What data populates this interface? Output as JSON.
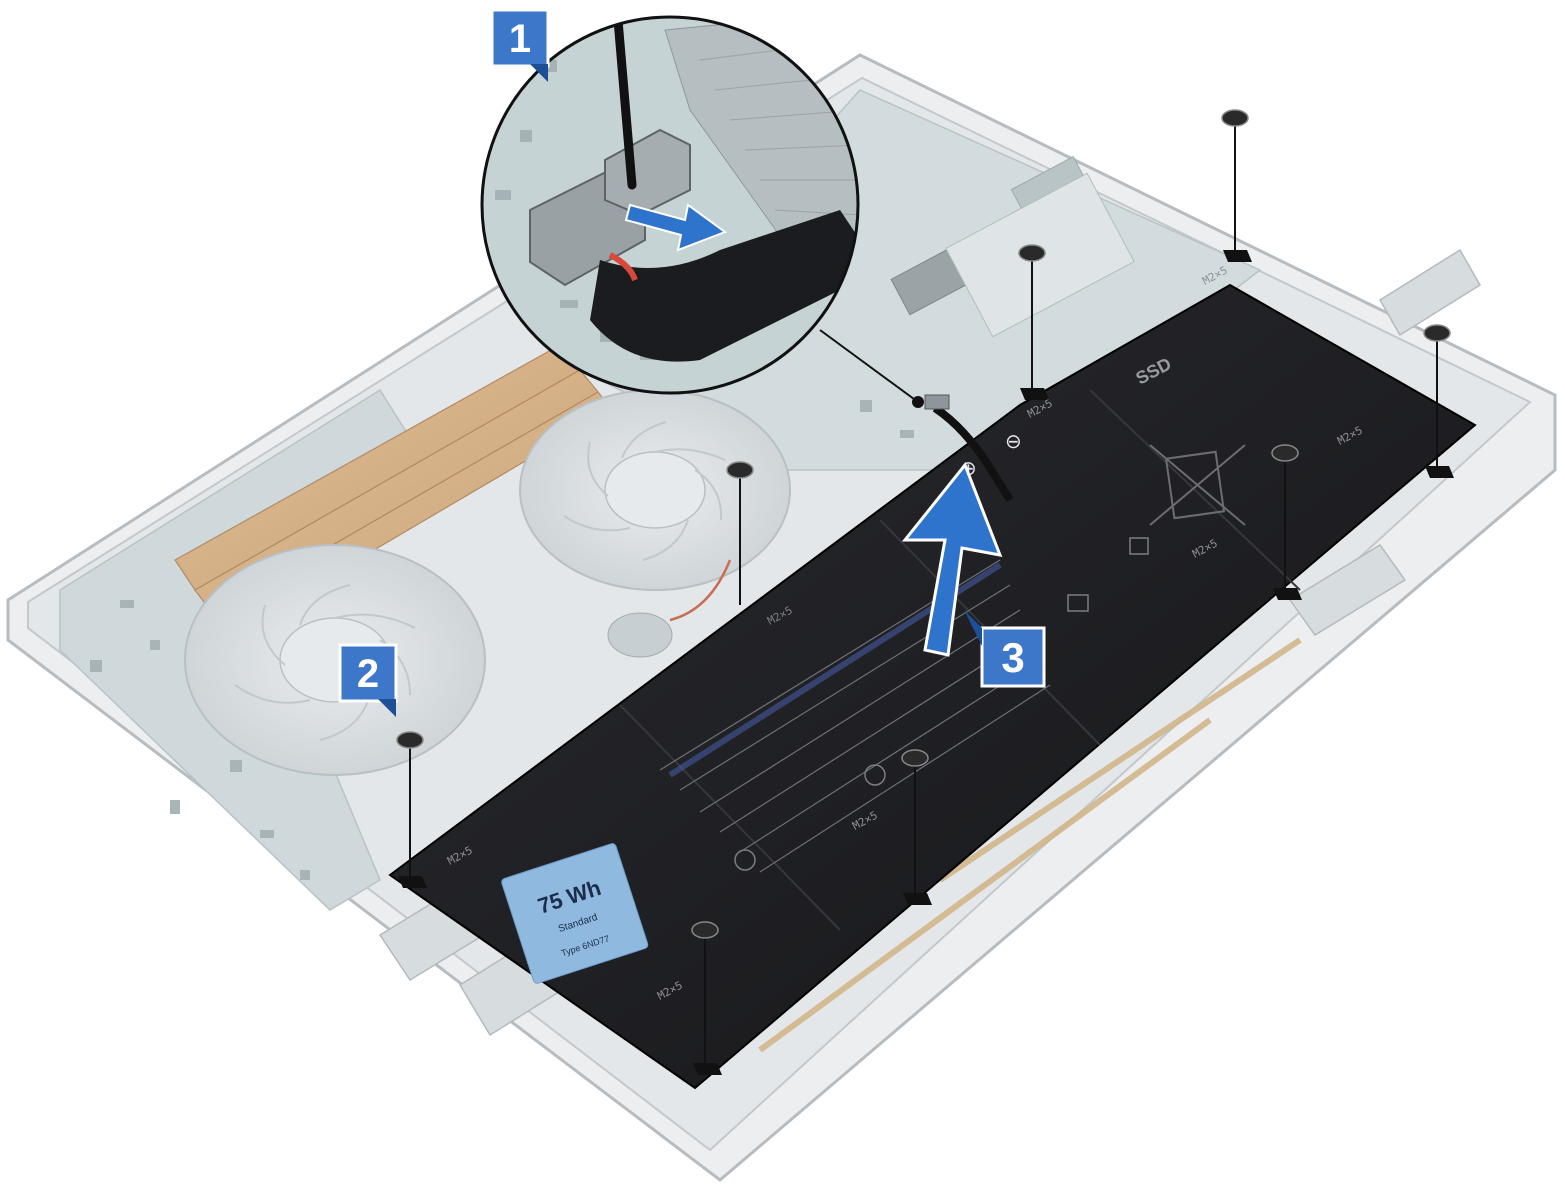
{
  "steps": [
    {
      "label": "1"
    },
    {
      "label": "2"
    },
    {
      "label": "3"
    }
  ],
  "battery": {
    "capacity": "75 Wh",
    "badge_line1": "Standard",
    "badge_line2": "Type 6ND77",
    "ssd_label": "SSD",
    "plus": "⊕",
    "minus": "⊖"
  },
  "screw_labels": [
    "M2×5",
    "M2×5",
    "M2×5",
    "M2×5",
    "M2×5",
    "M2×5",
    "M2×5",
    "M2×5"
  ],
  "colors": {
    "callout_fill": "#3d77c9",
    "callout_edge": "#1d4f98",
    "arrow": "#2f74cc",
    "battery": "#1f1f22",
    "chassis": "#e3e5e7",
    "board": "#c9d4d6",
    "heatpipe": "#d6b48c"
  }
}
